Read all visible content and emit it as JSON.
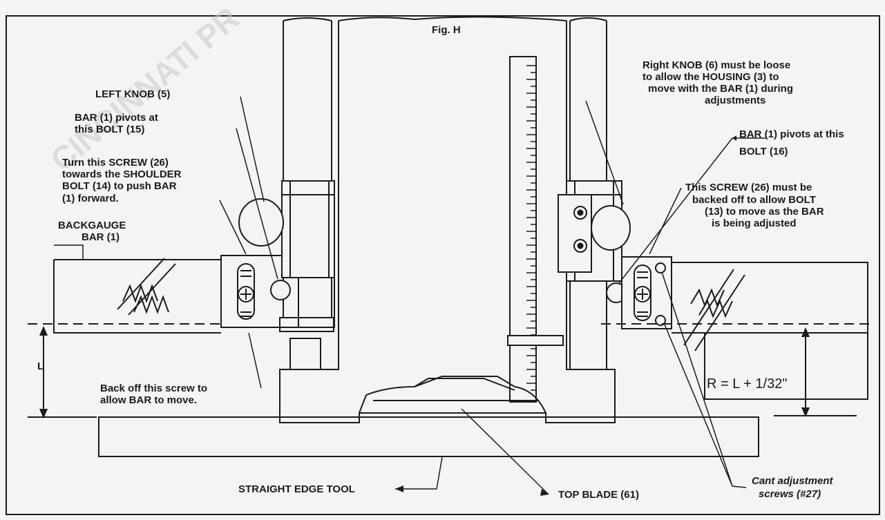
{
  "figure": {
    "title": "Fig. H"
  },
  "watermark": "CINCINNATI PR",
  "labels": {
    "left_knob": "LEFT KNOB (5)",
    "bar_pivots_left_1": "BAR (1) pivots at",
    "bar_pivots_left_2": "this BOLT (15)",
    "turn_screw_1": "Turn this SCREW (26)",
    "turn_screw_2": "towards the SHOULDER",
    "turn_screw_3": "BOLT (14) to push BAR",
    "turn_screw_4": "(1) forward.",
    "backgauge_1": "BACKGAUGE",
    "backgauge_2": "BAR (1)",
    "dimension_l": "L",
    "back_off_1": "Back off this screw to",
    "back_off_2": "allow BAR to move.",
    "straight_edge": "STRAIGHT EDGE TOOL",
    "top_blade": "TOP BLADE (61)",
    "right_knob_1": "Right KNOB (6) must be loose",
    "right_knob_2": "to allow the HOUSING (3) to",
    "right_knob_3": "move with the BAR (1) during",
    "right_knob_4": "adjustments",
    "bar_pivots_right_1": "BAR (1) pivots at this",
    "bar_pivots_right_2": "BOLT (16)",
    "this_screw_1": "This SCREW (26) must be",
    "this_screw_2": "backed off to allow BOLT",
    "this_screw_3": "(13) to move as the BAR",
    "this_screw_4": "is being adjusted",
    "dimension_r": "R = L + 1/32\"",
    "cant_1": "Cant adjustment",
    "cant_2": "screws (#27)"
  },
  "colors": {
    "ink": "#1a1a1a",
    "paper": "#f4f4f2",
    "watermark": "#c9c9c9"
  }
}
